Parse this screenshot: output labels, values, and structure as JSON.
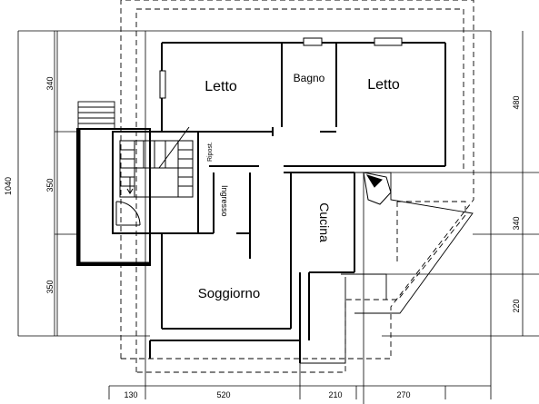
{
  "rooms": {
    "letto_left": "Letto",
    "bagno": "Bagno",
    "letto_right": "Letto",
    "ripostiglio": "Ripost.",
    "ingresso": "Ingresso",
    "cucina": "Cucina",
    "soggiorno": "Soggiorno"
  },
  "dimensions": {
    "left_total": "1040",
    "left_top": "340",
    "left_mid": "350",
    "left_bottom": "350",
    "right_top": "480",
    "right_mid": "340",
    "right_bottom": "220",
    "bottom_1": "130",
    "bottom_2": "520",
    "bottom_3": "210",
    "bottom_4": "270"
  }
}
